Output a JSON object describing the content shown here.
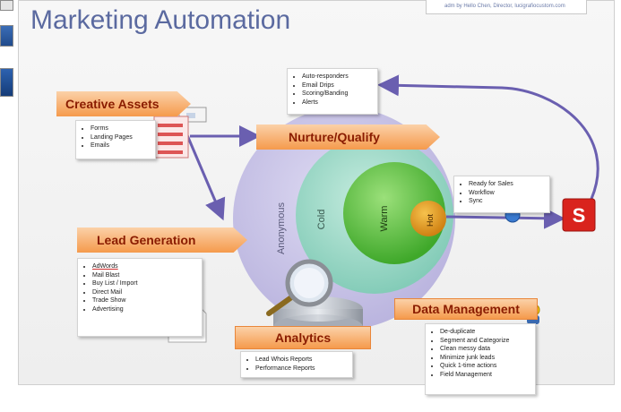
{
  "title": "Marketing Automation",
  "top_right_caption": "adm by Hello Chen, Director, lucigrafiocustom.com",
  "creative_assets": {
    "label": "Creative Assets",
    "items": [
      "Forms",
      "Landing Pages",
      "Emails"
    ]
  },
  "nurture": {
    "label": "Nurture/Qualify",
    "items": [
      "Auto-responders",
      "Email Drips",
      "Scoring/Banding",
      "Alerts"
    ]
  },
  "lead_generation": {
    "label": "Lead Generation",
    "items": [
      "AdWords",
      "Mail Blast",
      "Buy List / Import",
      "Direct Mail",
      "Trade Show",
      "Advertising"
    ]
  },
  "circles": {
    "anonymous": "Anonymous",
    "cold": "Cold",
    "warm": "Warm",
    "hot": "Hot"
  },
  "sales": {
    "items": [
      "Ready for Sales",
      "Workflow",
      "Sync"
    ]
  },
  "analytics": {
    "label": "Analytics",
    "items": [
      "Lead Whois Reports",
      "Performance Reports"
    ]
  },
  "data_management": {
    "label": "Data Management",
    "items": [
      "De-duplicate",
      "Segment and Categorize",
      "Clean messy data",
      "Minimize junk leads",
      "Quick 1-time actions",
      "Field Management"
    ]
  },
  "colors": {
    "title": "#5b6aa0",
    "label_text": "#8a1c00",
    "label_fill": "#f59a4c",
    "connector": "#6a5fb0",
    "anonymous": "#c9c4e6",
    "cold": "#9fd8c8",
    "warm": "#5cc03e",
    "hot": "#e0981e"
  },
  "icons": [
    "document-stack-icon",
    "web-form-icon",
    "green-arrows-document-icon",
    "magnifier-icon",
    "globe-sync-icon",
    "salesforce-logo-icon",
    "database-person-icon"
  ]
}
